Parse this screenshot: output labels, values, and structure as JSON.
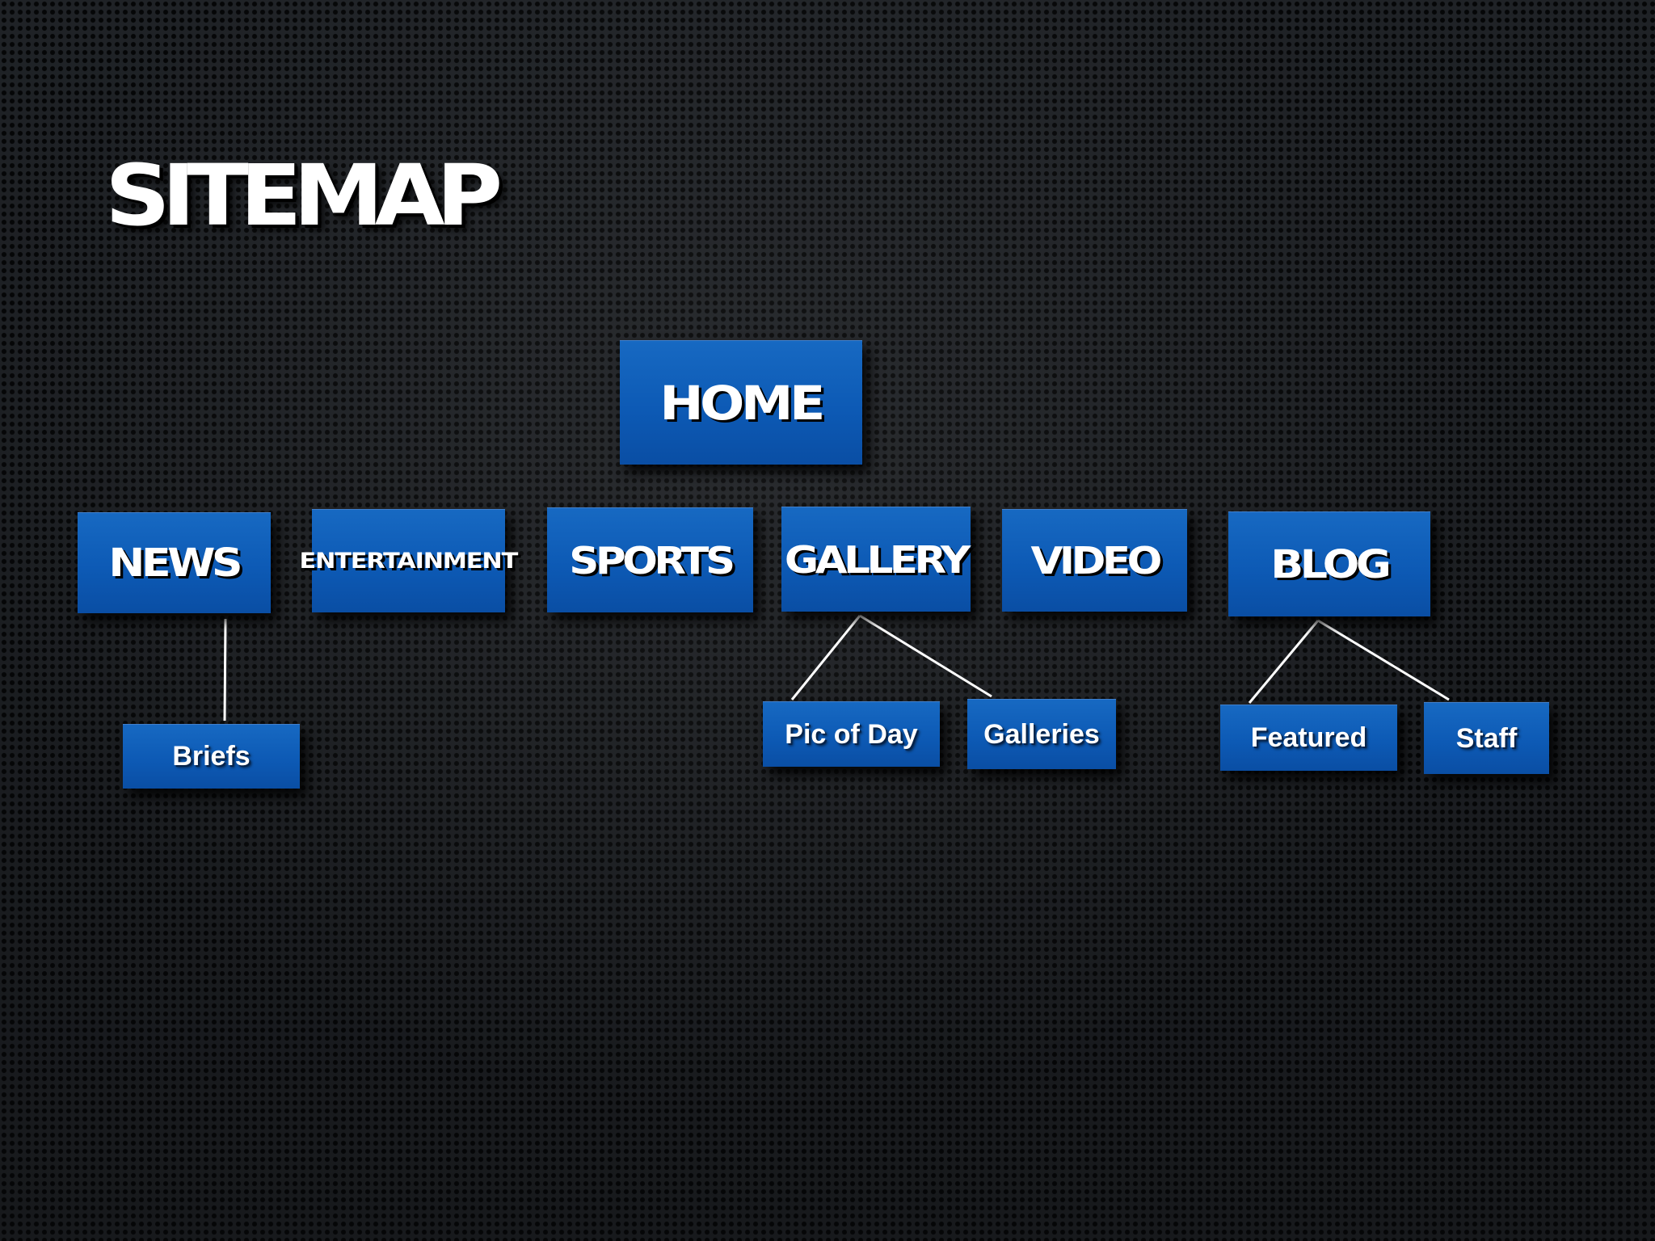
{
  "title": "SITEMAP",
  "diagram": {
    "root": {
      "label": "HOME"
    },
    "sections": [
      {
        "label": "NEWS",
        "children": [
          "Briefs"
        ]
      },
      {
        "label": "ENTERTAINMENT",
        "children": []
      },
      {
        "label": "SPORTS",
        "children": []
      },
      {
        "label": "GALLERY",
        "children": [
          "Pic of Day",
          "Galleries"
        ]
      },
      {
        "label": "VIDEO",
        "children": []
      },
      {
        "label": "BLOG",
        "children": [
          "Featured",
          "Staff"
        ]
      }
    ],
    "subpages": {
      "briefs": "Briefs",
      "pic_of_day": "Pic of Day",
      "galleries": "Galleries",
      "featured": "Featured",
      "staff": "Staff"
    }
  },
  "colors": {
    "node_blue": "#0d5ab5",
    "background": "#1a1c20",
    "text": "#ffffff",
    "connector": "#ffffff"
  }
}
